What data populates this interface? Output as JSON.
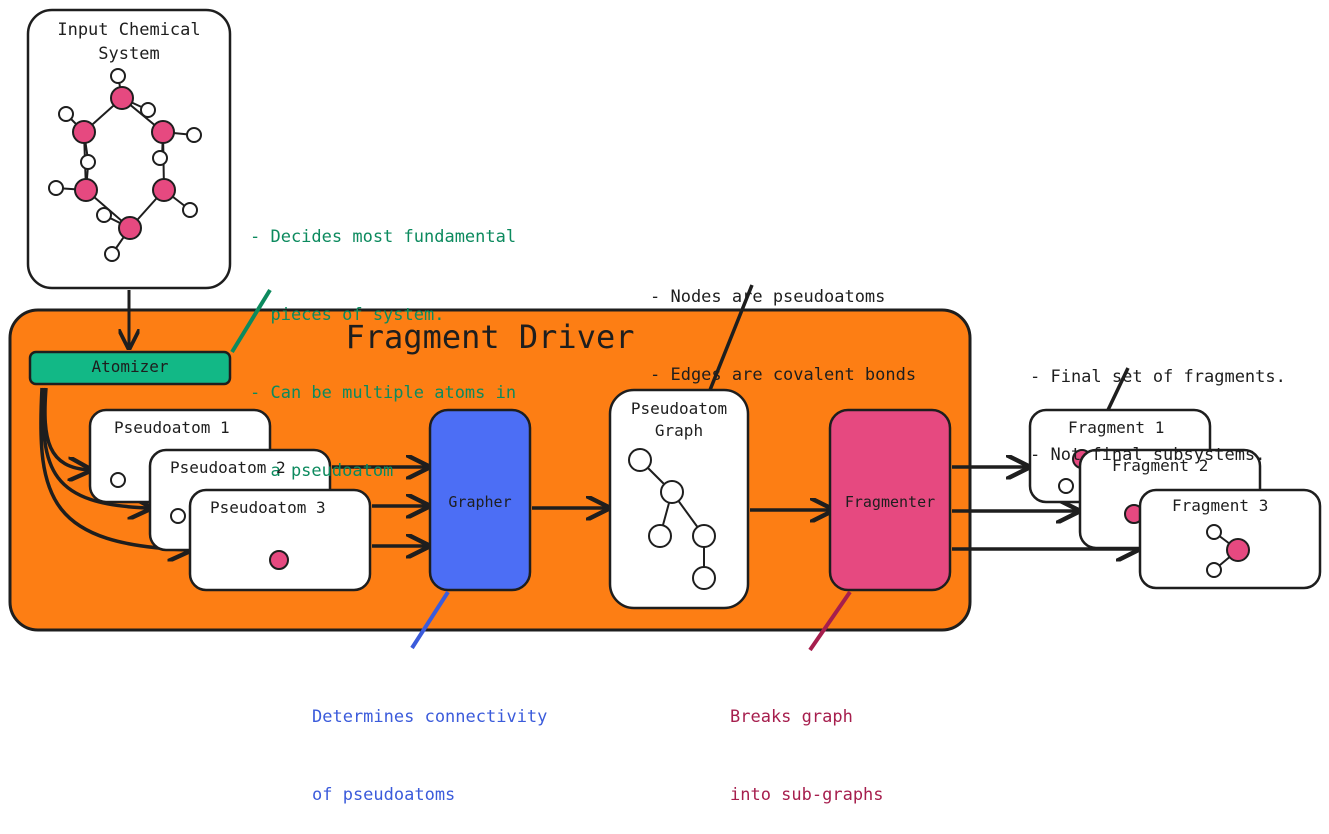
{
  "input_box": {
    "title_line1": "Input Chemical",
    "title_line2": "System"
  },
  "atomizer": {
    "label": "Atomizer",
    "notes": [
      "- Decides most fundamental",
      "  pieces of system.",
      "- Can be multiple atoms in",
      "  a pseudoatom"
    ]
  },
  "driver": {
    "title": "Fragment Driver"
  },
  "pseudoatoms": [
    "Pseudoatom 1",
    "Pseudoatom 2",
    "Pseudoatom 3"
  ],
  "grapher": {
    "label": "Grapher",
    "notes": [
      "Determines connectivity",
      "of pseudoatoms"
    ]
  },
  "graph_box": {
    "title_line1": "Pseudoatom",
    "title_line2": "Graph",
    "notes": [
      "- Nodes are pseudoatoms",
      "- Edges are covalent bonds"
    ]
  },
  "fragmenter": {
    "label": "Fragmenter",
    "notes": [
      "Breaks graph",
      "into sub-graphs"
    ]
  },
  "fragments": {
    "items": [
      "Fragment 1",
      "Fragment 2",
      "Fragment 3"
    ],
    "notes": [
      "- Final set of fragments.",
      "- Not final subsystems."
    ]
  },
  "colors": {
    "driver_fill": "#fd7e14",
    "atomizer_fill": "#12b886",
    "grapher_fill": "#4c6ef5",
    "fragmenter_fill": "#e64980",
    "atom_pink": "#e64980",
    "note_green": "#0c8a5e",
    "note_blue": "#3b5bdb",
    "note_magenta": "#a61e4d"
  }
}
